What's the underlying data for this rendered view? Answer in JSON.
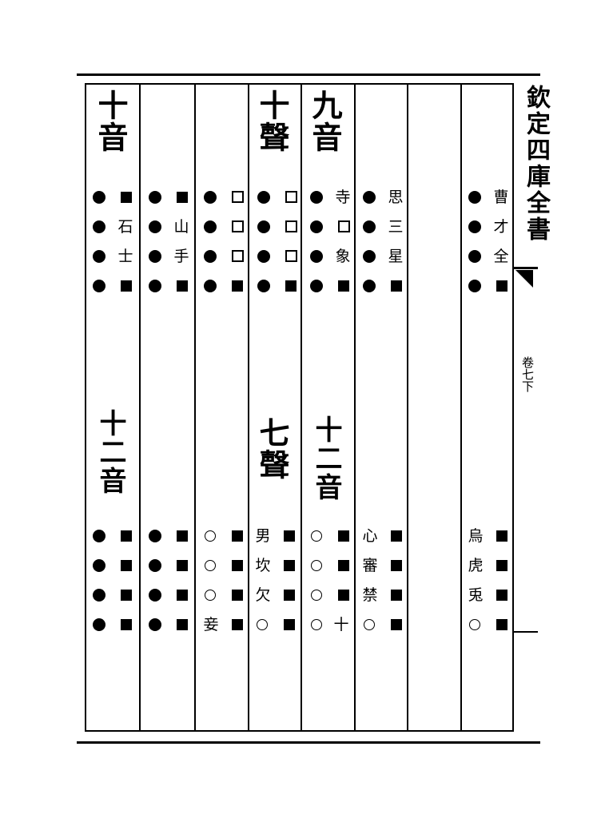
{
  "book_title": "欽定四庫全書",
  "volume": "卷七下",
  "columns": [
    {
      "id": "c1",
      "top_items": [
        "",
        "",
        "",
        ""
      ],
      "bottom_items": [
        "",
        "",
        "",
        ""
      ]
    },
    {
      "id": "c2",
      "top_items": [
        "",
        "",
        "",
        ""
      ],
      "bottom_items": [
        "",
        "",
        "",
        ""
      ]
    },
    {
      "id": "c3",
      "top_items": [
        "",
        "",
        "",
        ""
      ],
      "bottom_items": [
        "",
        "",
        "",
        ""
      ]
    },
    {
      "id": "c4",
      "top_items": [
        "",
        "",
        "",
        ""
      ],
      "bottom_items": [
        "",
        "",
        "",
        ""
      ]
    },
    {
      "id": "c5",
      "top_items": [
        "",
        "",
        "",
        ""
      ],
      "bottom_items": [
        "",
        "",
        "",
        ""
      ]
    },
    {
      "id": "c6",
      "top_items": [
        "",
        "",
        "",
        ""
      ],
      "bottom_items": [
        "",
        "",
        "",
        ""
      ]
    },
    {
      "id": "c7",
      "top_items": [
        "",
        "",
        "",
        ""
      ],
      "bottom_items": [
        "",
        "",
        "",
        ""
      ]
    },
    {
      "id": "c8",
      "top_items": [
        "",
        "",
        "",
        ""
      ],
      "bottom_items": [
        "",
        "",
        "",
        ""
      ]
    }
  ],
  "sections": {
    "shi_yin": "十音",
    "shi_sheng": "十聲",
    "jiu_yin": "九音",
    "shier_yin_a": "十二音",
    "qi_sheng": "七聲",
    "shier_yin_b": "十二音"
  },
  "chars": {
    "cao": "曹",
    "cai": "才",
    "quan": "全",
    "si": "思",
    "san": "三",
    "xing": "星",
    "si2": "寺",
    "xiang": "象",
    "shan": "山",
    "shou": "手",
    "shi": "石",
    "shi2": "士",
    "wu": "烏",
    "hu": "虎",
    "tu": "兎",
    "xin": "心",
    "shen": "審",
    "jin": "禁",
    "shi3": "十",
    "nan": "男",
    "kan": "坎",
    "qian": "欠",
    "qie": "妾"
  }
}
